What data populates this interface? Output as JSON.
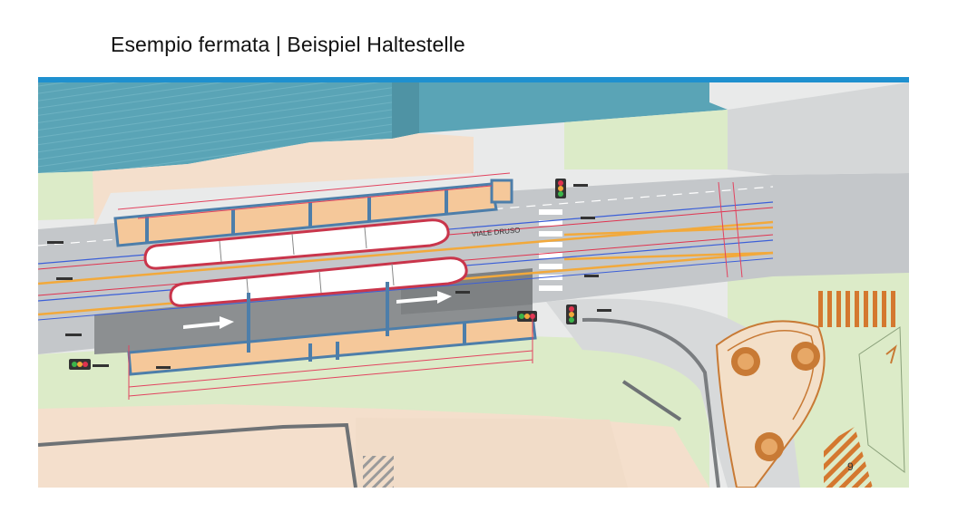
{
  "slide": {
    "title": "Esempio fermata | Beispiel Haltestelle"
  },
  "plan": {
    "street_name": "VIALE DRUSO",
    "page_number": "9"
  },
  "colors": {
    "accent_rule": "#1f90cf",
    "building_teal": "#5aa4b6",
    "green_area": "#dcebc8",
    "sidewalk_tan": "#f4dfcc",
    "road_gray": "#c4c7ca",
    "dark_lane": "#8c8f91",
    "platform_orange": "#f5c89a",
    "curb_blue": "#4d7eaa",
    "orange_line": "#f2a93b",
    "lane_blue": "#3b5fd8",
    "lane_red": "#e0334f",
    "dimension_red": "#e2435f",
    "roundabout_brown": "#c87a35"
  }
}
